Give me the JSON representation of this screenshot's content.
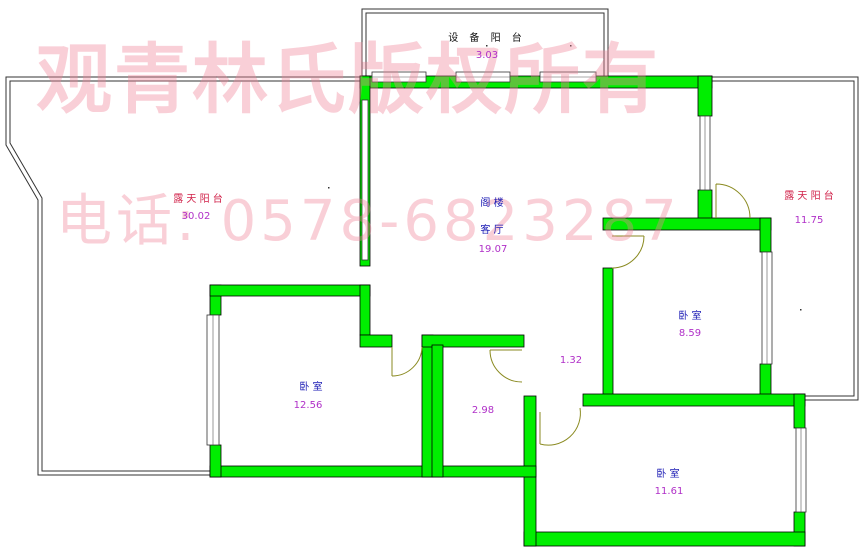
{
  "watermark": {
    "line1": "观青林氏版权所有",
    "line2": "电话: 0578-6823287"
  },
  "rooms": {
    "equipment_balcony": {
      "name": "设 备 阳 台",
      "area": "3.03"
    },
    "open_balcony_left": {
      "name": "露 天 阳 台",
      "area": "30.02"
    },
    "open_balcony_right": {
      "name": "露 天 阳 台",
      "area": "11.75"
    },
    "loft_living": {
      "name1": "阁 楼",
      "name2": "客 厅",
      "area": "19.07"
    },
    "hallway": {
      "area": "1.32"
    },
    "bedroom_right": {
      "name": "卧 室",
      "area": "8.59"
    },
    "bedroom_left": {
      "name": "卧 室",
      "area": "12.56"
    },
    "small_room": {
      "area": "2.98"
    },
    "bedroom_bottom": {
      "name": "卧 室",
      "area": "11.61"
    }
  },
  "colors": {
    "wall": "#00ee00",
    "wall_outline": "#000000",
    "door": "#8a8a20",
    "label_blue": "#1a1ab4",
    "label_red": "#d02048",
    "label_area": "#b030c8",
    "watermark": "#f08296"
  }
}
